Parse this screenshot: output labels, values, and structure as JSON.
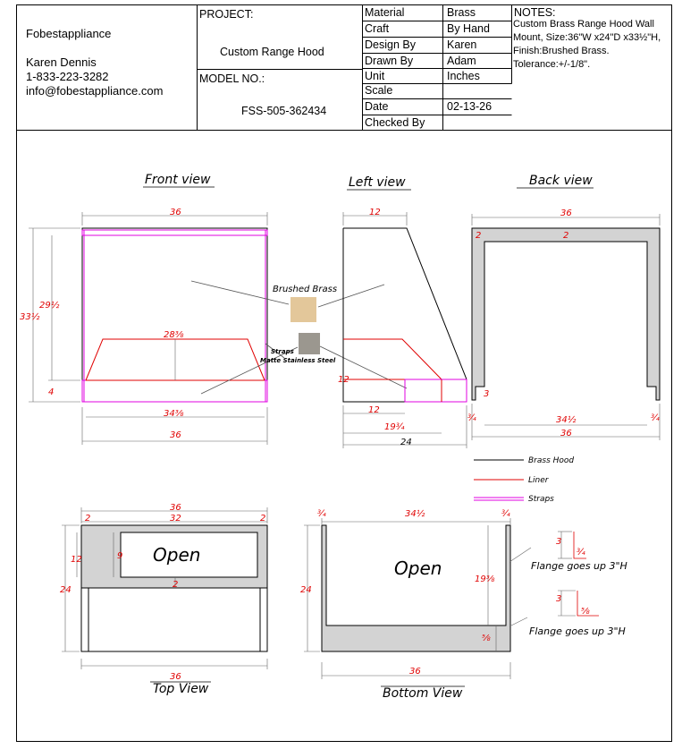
{
  "company": {
    "name": "Fobestappliance",
    "contact_name": "Karen Dennis",
    "phone": "1-833-223-3282",
    "email": "info@fobestappliance.com"
  },
  "project": {
    "label": "PROJECT:",
    "value": "Custom Range Hood",
    "model_label": "MODEL NO.:",
    "model_value": "FSS-505-362434"
  },
  "specs": [
    {
      "label": "Material",
      "value": "Brass"
    },
    {
      "label": "Craft",
      "value": "By Hand"
    },
    {
      "label": "Design By",
      "value": "Karen"
    },
    {
      "label": "Drawn By",
      "value": "Adam"
    },
    {
      "label": "Unit",
      "value": "Inches"
    },
    {
      "label": "Scale",
      "value": ""
    },
    {
      "label": "Date",
      "value": "02-13-26"
    },
    {
      "label": "Checked By",
      "value": ""
    }
  ],
  "notes": {
    "title": "NOTES:",
    "line1": "Custom Brass Range Hood Wall",
    "line2": "Mount, Size:36\"W x24\"D x33½\"H,",
    "line3": "Finish:Brushed Brass.",
    "line4": "Tolerance:+/-1/8\"."
  },
  "views": {
    "front": "Front view",
    "left": "Left view",
    "back": "Back view",
    "top": "Top View",
    "bottom": "Bottom View"
  },
  "legend": {
    "hood": "Brass Hood",
    "liner": "Liner",
    "straps": "Straps"
  },
  "callouts": {
    "brushed_brass": "Brushed Brass",
    "straps": "Straps",
    "matte_steel": "Matte Stainless Steel",
    "open": "Open",
    "flange1": "Flange goes up 3\"H",
    "flange2": "Flange goes up 3\"H"
  },
  "colors": {
    "hood_line": "#000000",
    "liner_line": "#e00000",
    "straps_line": "#e000e0",
    "brushed_brass_swatch": "#e3c79a",
    "steel_swatch": "#9b978f",
    "fill_gray": "#d3d3d3"
  },
  "dims": {
    "front_width": "36",
    "front_height_total": "33½",
    "front_height_body": "29½",
    "front_liner_top": "28⅜",
    "front_strap_h": "4",
    "front_liner_bottom": "34⅜",
    "front_width_bottom": "36",
    "left_top": "12",
    "left_bottom_liner": "12",
    "left_strap": "12",
    "left_liner_depth": "19¾",
    "left_depth": "24",
    "back_width": "36",
    "back_wall": "2",
    "back_wall_top": "2",
    "back_flange": "3",
    "back_flange_l": "¾",
    "back_flange_r": "¾",
    "back_inner": "34½",
    "back_outer": "36",
    "top_width": "36",
    "top_inner": "32",
    "top_side_l": "2",
    "top_side_r": "2",
    "top_front": "12",
    "top_open_h": "9",
    "top_back": "2",
    "top_depth": "24",
    "top_width_bottom": "36",
    "bottom_flange_l": "¾",
    "bottom_inner": "34½",
    "bottom_flange_r": "¾",
    "bottom_depth": "24",
    "bottom_liner_depth": "19⅜",
    "bottom_lip": "⅝",
    "bottom_width": "36",
    "flange1_h": "3",
    "flange1_t": "¾",
    "flange2_h": "3",
    "flange2_t": "⅝"
  }
}
